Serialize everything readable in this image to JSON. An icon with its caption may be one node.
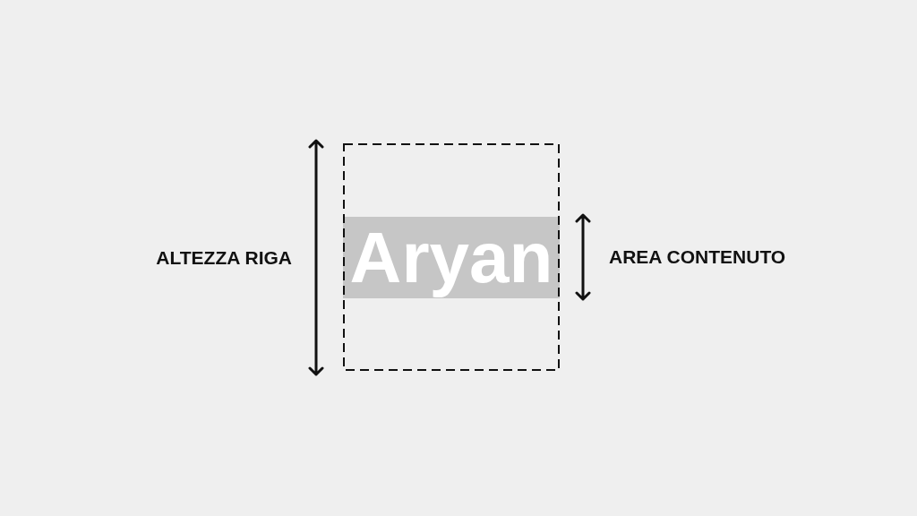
{
  "diagram": {
    "nodes": [
      {
        "text": [],
        "shape": "box"
      },
      {
        "text": [
          "Aryan"
        ],
        "in": 0
      }
    ],
    "labels": [
      "ALTEZZA RIGA",
      "AREA CONTENUTO"
    ]
  }
}
